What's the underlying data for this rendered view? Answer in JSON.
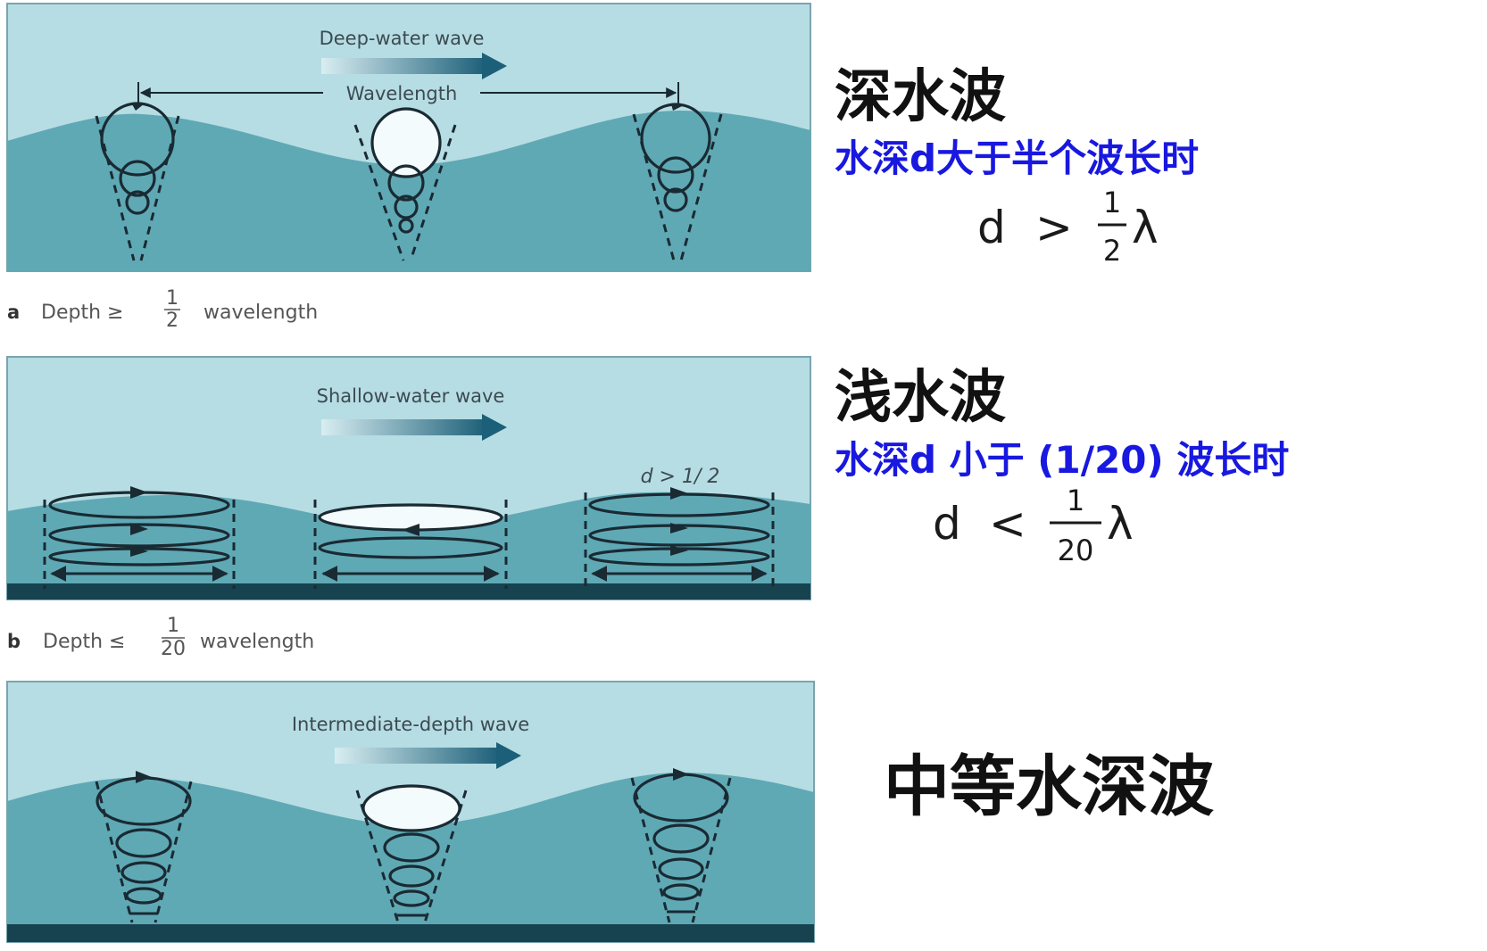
{
  "panels": {
    "a": {
      "label": "Deep-water wave",
      "wavelength_label": "Wavelength",
      "caption_letter": "a",
      "caption_prefix": "Depth ≥",
      "caption_num": "1",
      "caption_den": "2",
      "caption_suffix": "wavelength"
    },
    "b": {
      "label": "Shallow-water wave",
      "annotation": "d > 1/ 2",
      "caption_letter": "b",
      "caption_prefix": "Depth ≤",
      "caption_num": "1",
      "caption_den": "20",
      "caption_suffix": "wavelength"
    },
    "c": {
      "label": "Intermediate-depth wave"
    }
  },
  "side": {
    "deep_title": "深水波",
    "deep_condition": "水深d大于半个波长时",
    "deep_formula": {
      "lhs": "d",
      "op": ">",
      "num": "1",
      "den": "2",
      "sym": "λ"
    },
    "shallow_title": "浅水波",
    "shallow_condition": "水深d 小于 (1/20) 波长时",
    "shallow_formula": {
      "lhs": "d",
      "op": "<",
      "num": "1",
      "den": "20",
      "sym": "λ"
    },
    "intermediate_title": "中等水深波"
  },
  "colors": {
    "sky": "#b6dde3",
    "water": "#5fa9b5",
    "seabed": "#17424f",
    "arrow_start": "#d8eef2",
    "arrow_end": "#1c5f78",
    "blue_text": "#1818e0"
  }
}
